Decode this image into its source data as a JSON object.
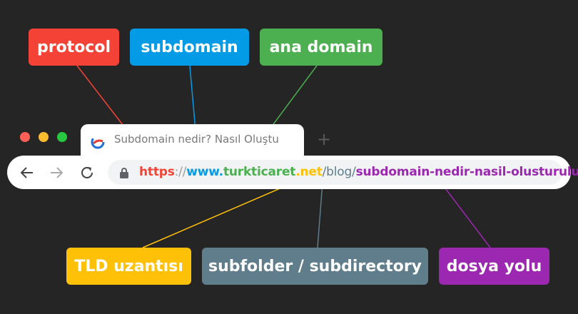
{
  "labels": {
    "protocol": "protocol",
    "subdomain": "subdomain",
    "ana_domain": "ana domain",
    "tld": "TLD uzantısı",
    "subfolder": "subfolder / subdirectory",
    "dosya": "dosya yolu"
  },
  "browser": {
    "tab_title": "Subdomain nedir? Nasıl Oluştu",
    "new_tab": "+",
    "url": {
      "protocol": "https",
      "sep1": "://",
      "subdomain": "www.",
      "domain": "turkticaret",
      "tld": ".net",
      "slash1": "/",
      "folder": "blog",
      "slash2": "/",
      "path": "subdomain-nedir-nasil-olusturulur",
      "slash3": "/"
    }
  },
  "icons": {
    "back": "back-arrow-icon",
    "forward": "forward-arrow-icon",
    "reload": "reload-icon",
    "lock": "lock-icon",
    "favicon": "turkticaret-favicon"
  },
  "colors": {
    "protocol": "#f44336",
    "subdomain": "#039be5",
    "ana_domain": "#4caf50",
    "tld": "#ffc107",
    "subfolder": "#607d8b",
    "dosya": "#9c27b0",
    "background": "#252525"
  }
}
